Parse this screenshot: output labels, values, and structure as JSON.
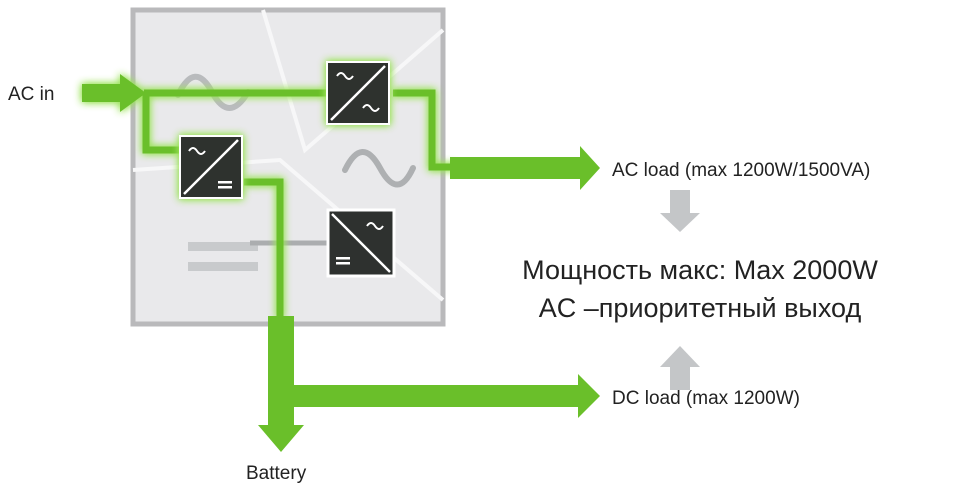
{
  "labels": {
    "ac_in": "AC in",
    "ac_load": "AC load (max 1200W/1500VA)",
    "dc_load": "DC load (max 1200W)",
    "battery": "Battery",
    "center_line1": "Мощность макс: Max 2000W",
    "center_line2": "AC –приоритетный выход"
  },
  "colors": {
    "flow": "#6ABF2A",
    "glow": "#9BE35A",
    "box_bg": "#E9E9EB",
    "box_border": "#B9B9BB",
    "module_dark": "#2E312F",
    "gray_arrow": "#C4C6C8"
  },
  "icons": {
    "ac_dc_converter": "ac-dc-converter-icon",
    "ac_ac_converter": "ac-ac-converter-icon",
    "dc_ac_inverter": "dc-ac-inverter-icon"
  }
}
